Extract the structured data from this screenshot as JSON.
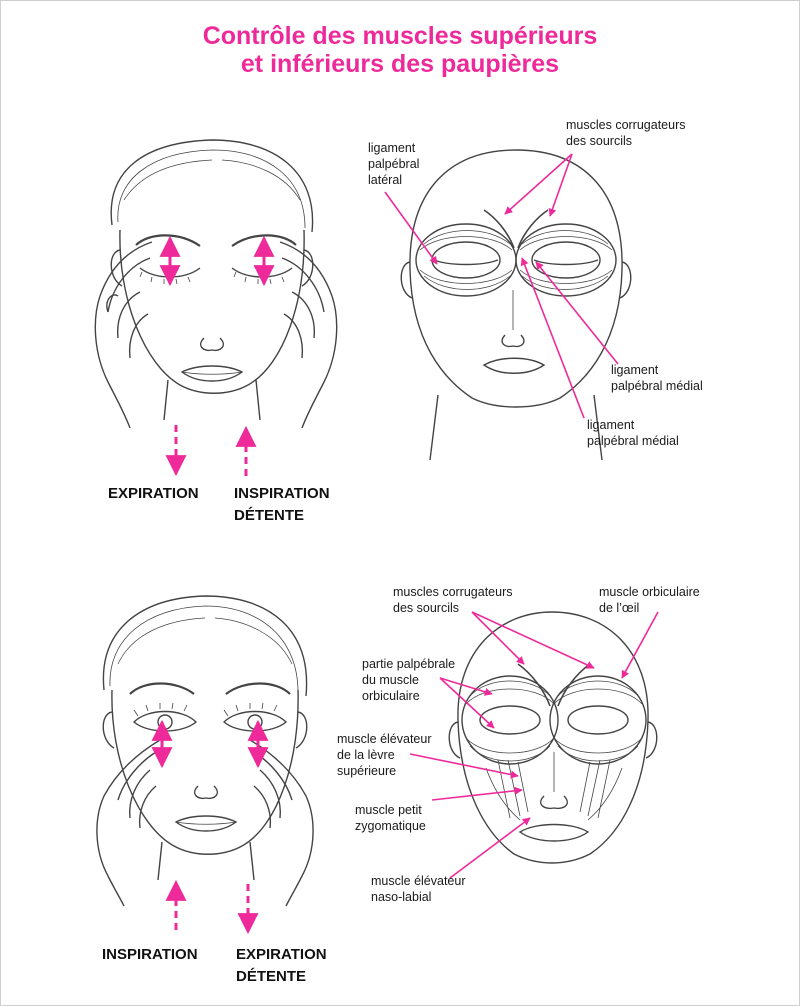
{
  "title": {
    "line1": "Contrôle des muscles supérieurs",
    "line2": "et inférieurs des paupières"
  },
  "colors": {
    "accent": "#ee2a9b",
    "ink": "#222222",
    "stroke": "#444444"
  },
  "top": {
    "breath_left": "EXPIRATION",
    "breath_right_1": "INSPIRATION",
    "breath_right_2": "DÉTENTE",
    "labels": {
      "lat_1": "ligament",
      "lat_2": "palpébral",
      "lat_3": "latéral",
      "corr_1": "muscles corrugateurs",
      "corr_2": "des sourcils",
      "med1_1": "ligament",
      "med1_2": "palpébral médial",
      "med2_1": "ligament",
      "med2_2": "palpébral médial"
    }
  },
  "bottom": {
    "breath_left": "INSPIRATION",
    "breath_right_1": "EXPIRATION",
    "breath_right_2": "DÉTENTE",
    "labels": {
      "corr_1": "muscles corrugateurs",
      "corr_2": "des sourcils",
      "orb_1": "muscle orbiculaire",
      "orb_2": "de l’œil",
      "palp_1": "partie palpébrale",
      "palp_2": "du muscle",
      "palp_3": "orbiculaire",
      "elev_1": "muscle élévateur",
      "elev_2": "de la lèvre",
      "elev_3": "supérieure",
      "zyg_1": "muscle petit",
      "zyg_2": "zygomatique",
      "naso_1": "muscle élévateur",
      "naso_2": "naso-labial"
    }
  }
}
